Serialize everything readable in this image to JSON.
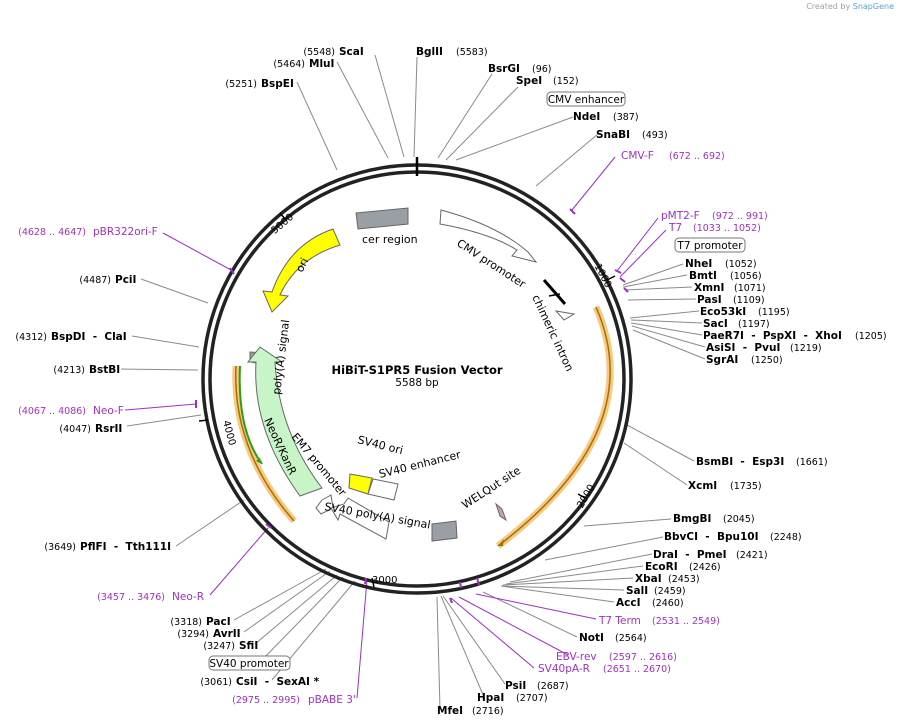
{
  "credit": {
    "prefix": "Created by",
    "brand": "SnapGene"
  },
  "plasmid": {
    "name": "HiBiT-S1PR5 Fusion Vector",
    "size": "5588 bp"
  },
  "ticks": [
    {
      "label": "1000"
    },
    {
      "label": "2000"
    },
    {
      "label": "3000"
    },
    {
      "label": "4000"
    },
    {
      "label": "5000"
    }
  ],
  "sites": [
    {
      "name": "ScaI",
      "pos": "(5548)"
    },
    {
      "name": "MluI",
      "pos": "(5464)"
    },
    {
      "name": "BspEI",
      "pos": "(5251)"
    },
    {
      "name": "BglII",
      "pos": "(5583)"
    },
    {
      "name": "BsrGI",
      "pos": "(96)"
    },
    {
      "name": "SpeI",
      "pos": "(152)"
    },
    {
      "name": "NdeI",
      "pos": "(387)"
    },
    {
      "name": "SnaBI",
      "pos": "(493)"
    },
    {
      "name": "NheI",
      "pos": "(1052)"
    },
    {
      "name": "BmtI",
      "pos": "(1056)"
    },
    {
      "name": "XmnI",
      "pos": "(1071)"
    },
    {
      "name": "PasI",
      "pos": "(1109)"
    },
    {
      "name": "Eco53kI",
      "pos": "(1195)"
    },
    {
      "name": "SacI",
      "pos": "(1197)"
    },
    {
      "name": "PaeR7I  -  PspXI  -  XhoI",
      "pos": "(1205)"
    },
    {
      "name": "AsiSI  -  PvuI",
      "pos": "(1219)"
    },
    {
      "name": "SgrAI",
      "pos": "(1250)"
    },
    {
      "name": "BsmBI  -  Esp3I",
      "pos": "(1661)"
    },
    {
      "name": "XcmI",
      "pos": "(1735)"
    },
    {
      "name": "BmgBI",
      "pos": "(2045)"
    },
    {
      "name": "BbvCI  -  Bpu10I",
      "pos": "(2248)"
    },
    {
      "name": "DraI  -  PmeI",
      "pos": "(2421)"
    },
    {
      "name": "EcoRI",
      "pos": "(2426)"
    },
    {
      "name": "XbaI",
      "pos": "(2453)"
    },
    {
      "name": "SalI",
      "pos": "(2459)"
    },
    {
      "name": "AccI",
      "pos": "(2460)"
    },
    {
      "name": "NotI",
      "pos": "(2564)"
    },
    {
      "name": "PsiI",
      "pos": "(2687)"
    },
    {
      "name": "HpaI",
      "pos": "(2707)"
    },
    {
      "name": "MfeI",
      "pos": "(2716)"
    },
    {
      "name": "PacI",
      "pos": "(3318)"
    },
    {
      "name": "AvrII",
      "pos": "(3294)"
    },
    {
      "name": "SfiI",
      "pos": "(3247)"
    },
    {
      "name": "CsiI  -  SexAI *",
      "pos": "(3061)"
    },
    {
      "name": "PflFI  -  Tth111I",
      "pos": "(3649)"
    },
    {
      "name": "RsrII",
      "pos": "(4047)"
    },
    {
      "name": "BstBI",
      "pos": "(4213)"
    },
    {
      "name": "BspDI  -  ClaI",
      "pos": "(4312)"
    },
    {
      "name": "PciI",
      "pos": "(4487)"
    }
  ],
  "primers": [
    {
      "name": "CMV-F",
      "range": "(672 .. 692)"
    },
    {
      "name": "pMT2-F",
      "range": "(972 .. 991)"
    },
    {
      "name": "T7",
      "range": "(1033 .. 1052)"
    },
    {
      "name": "T7 Term",
      "range": "(2531 .. 2549)"
    },
    {
      "name": "EBV-rev",
      "range": "(2597 .. 2616)"
    },
    {
      "name": "SV40pA-R",
      "range": "(2651 .. 2670)"
    },
    {
      "name": "pBABE 3'",
      "range": "(2975 .. 2995)"
    },
    {
      "name": "Neo-R",
      "range": "(3457 .. 3476)"
    },
    {
      "name": "Neo-F",
      "range": "(4067 .. 4086)"
    },
    {
      "name": "pBR322ori-F",
      "range": "(4628 .. 4647)"
    }
  ],
  "boxed_features": [
    {
      "name": "CMV enhancer"
    },
    {
      "name": "T7 promoter"
    },
    {
      "name": "SV40 promoter"
    }
  ],
  "features": [
    {
      "name": "cer region"
    },
    {
      "name": "CMV promoter"
    },
    {
      "name": "chimeric intron"
    },
    {
      "name": "ori"
    },
    {
      "name": "poly(A) signal"
    },
    {
      "name": "NeoR/KanR"
    },
    {
      "name": "EM7 promoter"
    },
    {
      "name": "SV40 ori"
    },
    {
      "name": "SV40 enhancer"
    },
    {
      "name": "SV40 poly(A) signal"
    },
    {
      "name": "WELQut site"
    }
  ],
  "colors": {
    "backbone": "#222222",
    "primer": "#9c2fc7",
    "ori": "#ffff00",
    "neo": "#c8f5c8",
    "grey_feature": "#999fa4",
    "orf_highlight": "#f6c983",
    "orf_line": "#a76f00",
    "resistance_line": "#28a012"
  }
}
